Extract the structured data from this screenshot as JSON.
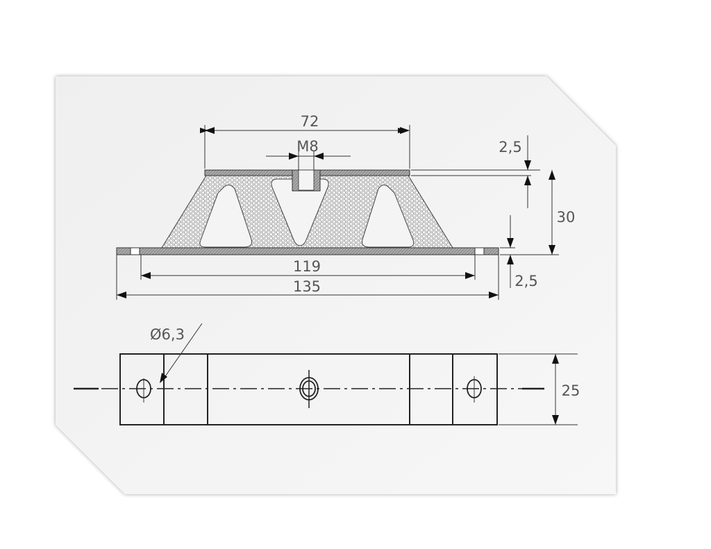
{
  "drawing": {
    "top_view": {
      "dim_top_width": "72",
      "dim_thread": "M8",
      "dim_top_plate_thickness": "2,5",
      "dim_height": "30",
      "dim_base_plate_thickness": "2,5",
      "dim_hole_spacing": "119",
      "dim_overall_length": "135"
    },
    "plan_view": {
      "dim_hole_diameter": "Ø6,3",
      "dim_width": "25"
    }
  }
}
